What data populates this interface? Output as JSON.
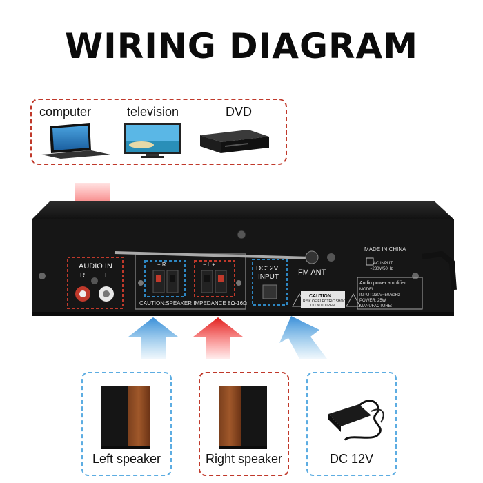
{
  "title": "WIRING DIAGRAM",
  "sources": [
    {
      "label": "computer",
      "icon": "laptop-icon"
    },
    {
      "label": "television",
      "icon": "tv-icon"
    },
    {
      "label": "DVD",
      "icon": "dvd-player-icon"
    }
  ],
  "amplifier": {
    "audio_in": "AUDIO IN",
    "r": "R",
    "l": "L",
    "speaker_caution": "CAUTION:SPEAKER IMPEDANCE 8Ω-16Ω",
    "r_plus": "+  R",
    "l_minus_plus": "−  L  +",
    "dc_line1": "DC12V",
    "dc_line2": "INPUT",
    "fm_ant": "FM ANT",
    "caution_title": "CAUTION",
    "caution_line1": "RISK OF ELECTRIC SHOCK",
    "caution_line2": "DO NOT OPEN",
    "made_in": "MADE IN CHINA",
    "ac_input1": "AC INPUT",
    "ac_input2": "~230V/50Hz",
    "label_title": "Audio power amplifier",
    "label_model": "MODEL:",
    "label_input": "INPUT:230V~50/60Hz",
    "label_power": "POWER:     25W",
    "label_manufacture": "MANUFACTURE:"
  },
  "outputs": [
    {
      "label": "Left speaker",
      "icon": "speaker-icon"
    },
    {
      "label": "Right speaker",
      "icon": "speaker-icon"
    },
    {
      "label": "DC 12V",
      "icon": "power-adapter-icon"
    }
  ],
  "colors": {
    "red_accent": "#c0392b",
    "blue_accent": "#2e86c1",
    "amp_body": "#1a1a1a"
  }
}
